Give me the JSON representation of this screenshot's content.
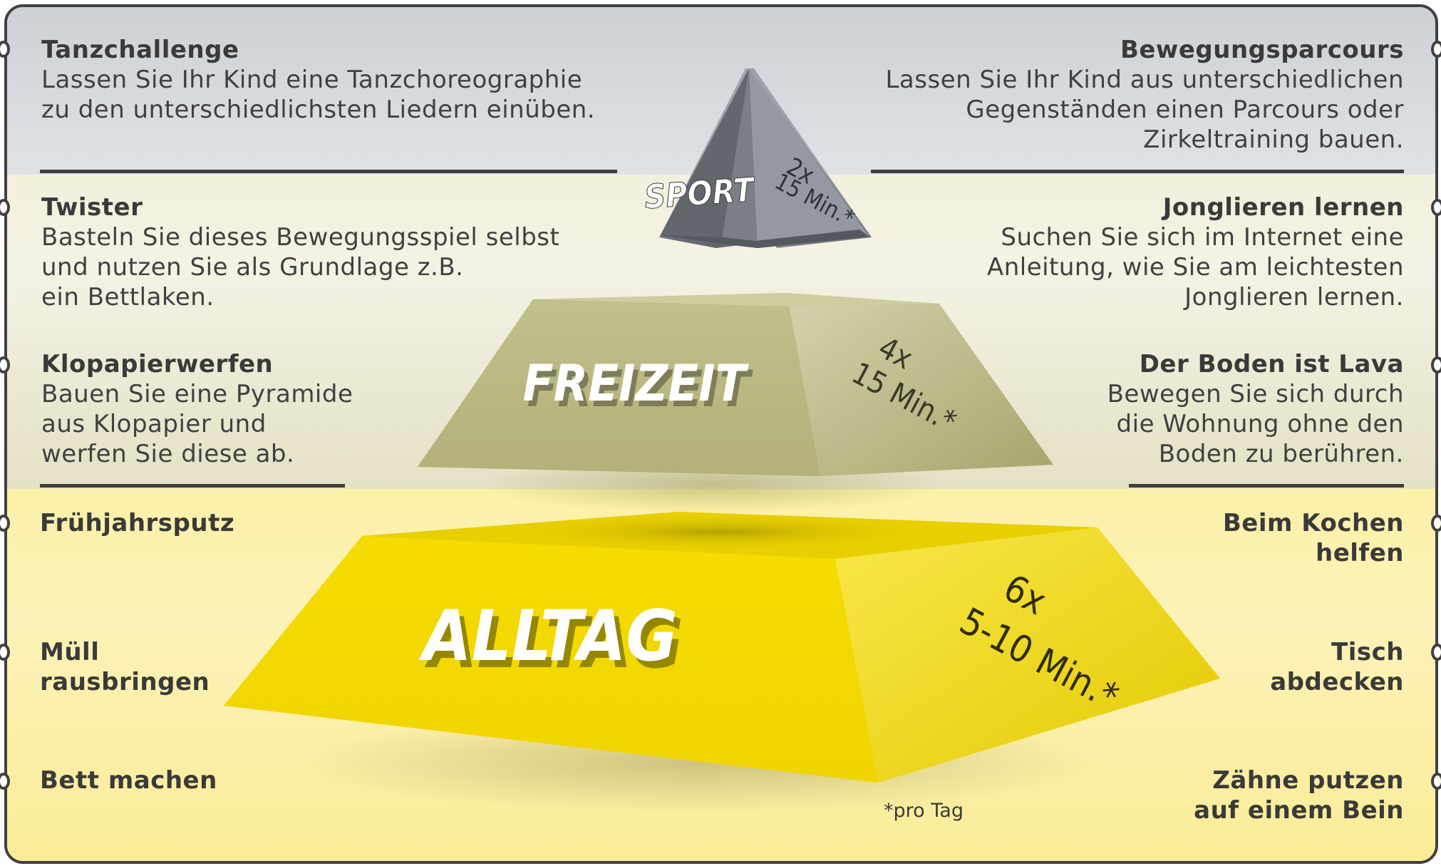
{
  "levels": {
    "sport": {
      "name": "SPORT",
      "frequency": "2x",
      "duration": "15 Min.*"
    },
    "freizeit": {
      "name": "FREIZEIT",
      "frequency": "4x",
      "duration": "15 Min.*"
    },
    "alltag": {
      "name": "ALLTAG",
      "frequency": "6x",
      "duration": "5-10 Min.*"
    }
  },
  "left": [
    {
      "title": "Tanzchallenge",
      "lines": [
        "Lassen Sie Ihr Kind eine Tanzchoreographie",
        "zu den unterschiedlichsten Liedern einüben."
      ]
    },
    {
      "title": "Twister",
      "lines": [
        "Basteln Sie dieses Bewegungsspiel selbst",
        "und nutzen Sie als Grundlage z.B.",
        "ein Bettlaken."
      ]
    },
    {
      "title": "Klopapierwerfen",
      "lines": [
        "Bauen Sie eine Pyramide",
        "aus Klopapier und",
        "werfen Sie diese ab."
      ]
    },
    {
      "title": "Frühjahrsputz",
      "lines": []
    },
    {
      "title": "Müll",
      "title2": "rausbringen",
      "lines": []
    },
    {
      "title": "Bett machen",
      "lines": []
    }
  ],
  "right": [
    {
      "title": "Bewegungsparcours",
      "lines": [
        "Lassen Sie Ihr Kind aus unterschiedlichen",
        "Gegenständen einen Parcours oder",
        "Zirkeltraining bauen."
      ]
    },
    {
      "title": "Jonglieren lernen",
      "lines": [
        "Suchen Sie sich im Internet eine",
        "Anleitung, wie Sie am leichtesten",
        "Jonglieren lernen."
      ]
    },
    {
      "title": "Der Boden ist Lava",
      "lines": [
        "Bewegen Sie sich durch",
        "die Wohnung ohne den",
        "Boden zu berühren."
      ]
    },
    {
      "title": "Beim Kochen",
      "title2": "helfen",
      "lines": []
    },
    {
      "title": "Tisch",
      "title2": "abdecken",
      "lines": []
    },
    {
      "title": "Zähne putzen",
      "title2": "auf einem Bein",
      "lines": []
    }
  ],
  "footnote": "*pro Tag",
  "colors": {
    "sport": "#6b7077",
    "freizeit": "#b9b77e",
    "alltag": "#f2d800",
    "rule": "#3f3f3f"
  }
}
